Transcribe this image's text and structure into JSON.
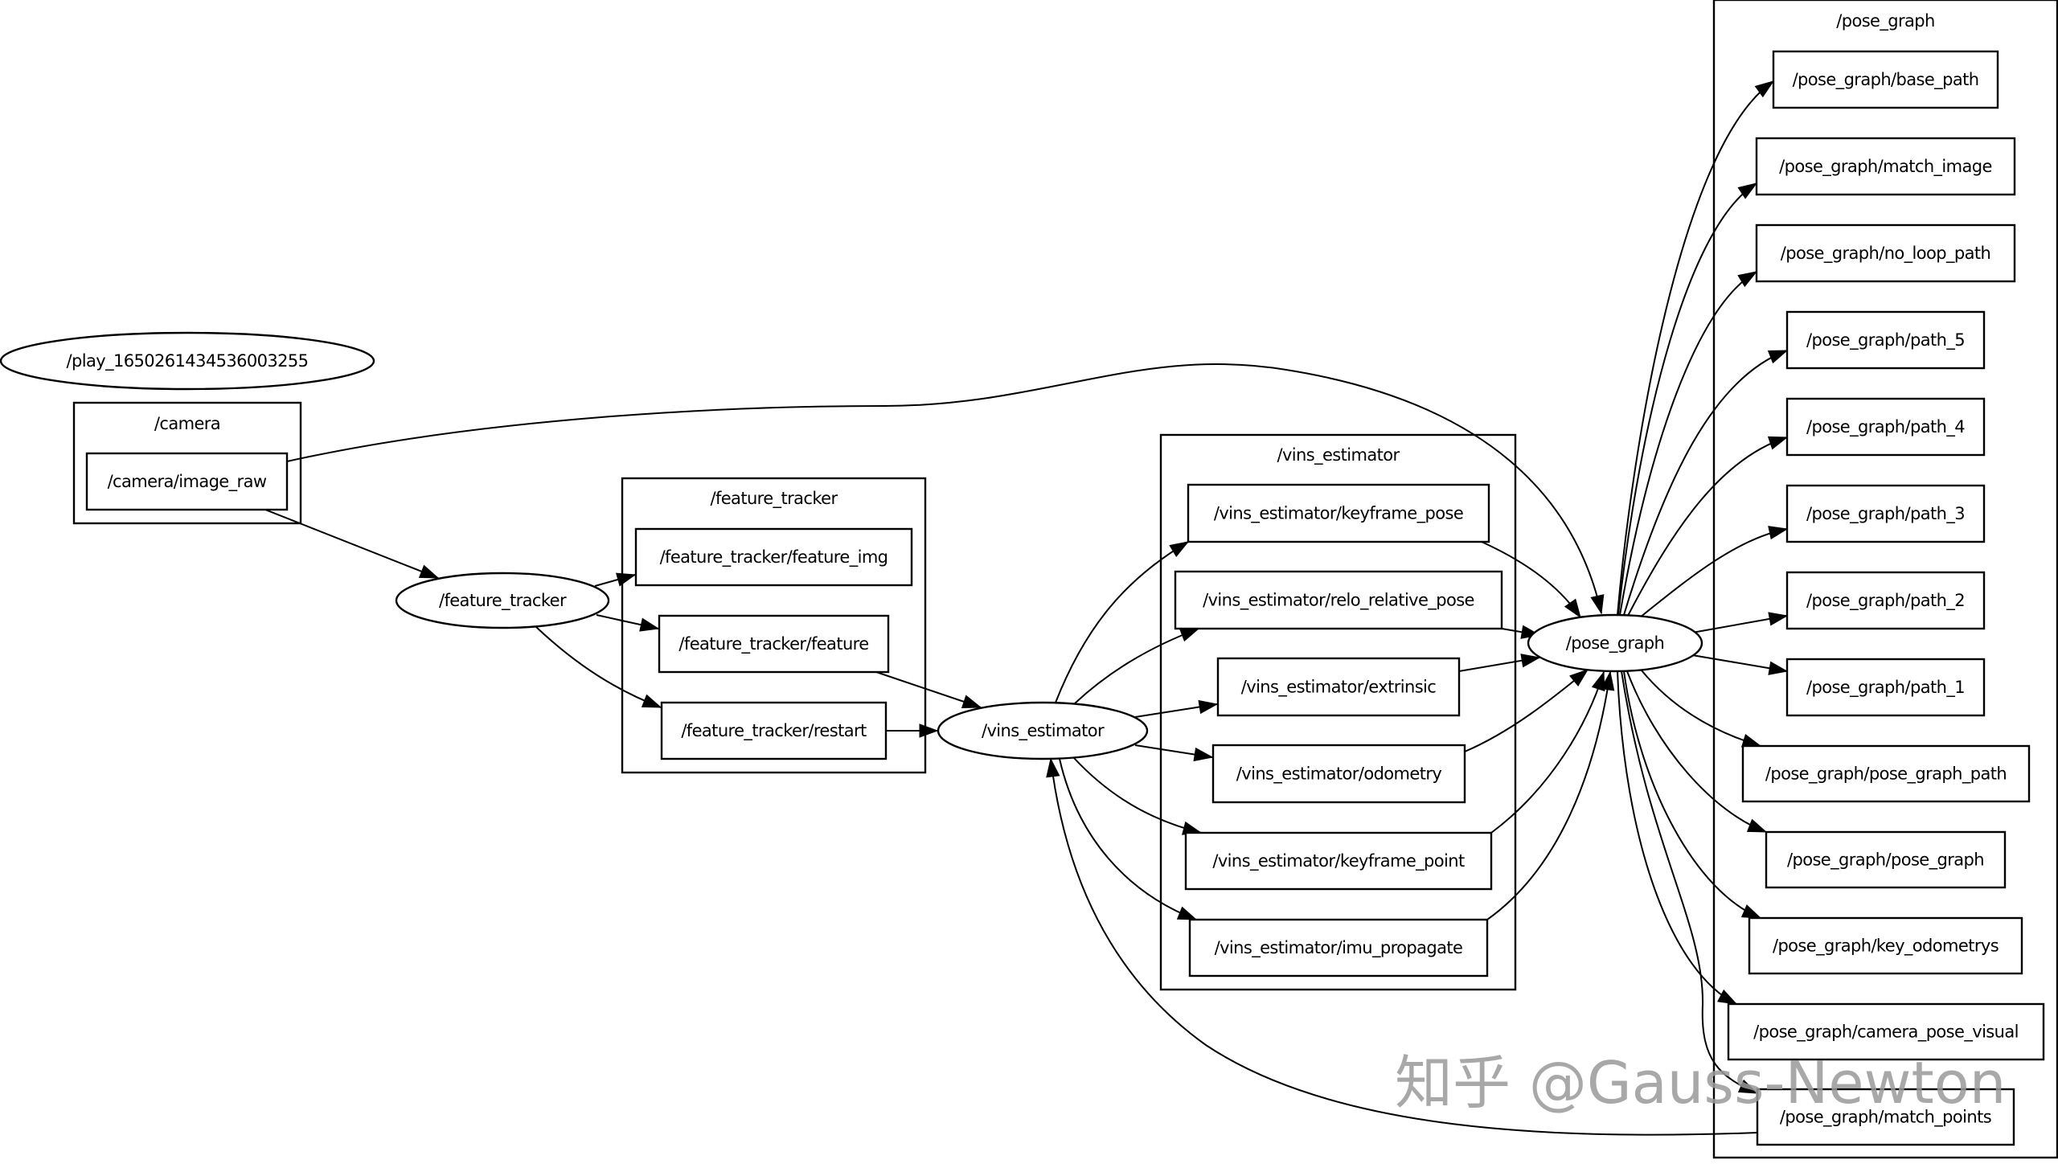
{
  "title": "ROS rqt_graph: VINS-Mono node/topic graph",
  "watermark": "知乎 @Gauss-Newton",
  "clusters": [
    {
      "id": "c_camera",
      "label": "/camera"
    },
    {
      "id": "c_feature_tracker",
      "label": "/feature_tracker"
    },
    {
      "id": "c_vins_estimator",
      "label": "/vins_estimator"
    },
    {
      "id": "c_pose_graph",
      "label": "/pose_graph"
    }
  ],
  "nodes": [
    {
      "id": "play",
      "label": "/play_1650261434536003255",
      "kind": "node"
    },
    {
      "id": "feature_tracker",
      "label": "/feature_tracker",
      "kind": "node"
    },
    {
      "id": "vins_estimator",
      "label": "/vins_estimator",
      "kind": "node"
    },
    {
      "id": "pose_graph",
      "label": "/pose_graph",
      "kind": "node"
    }
  ],
  "topics": [
    {
      "id": "image_raw",
      "label": "/camera/image_raw",
      "cluster": "c_camera"
    },
    {
      "id": "ft_feature_img",
      "label": "/feature_tracker/feature_img",
      "cluster": "c_feature_tracker"
    },
    {
      "id": "ft_feature",
      "label": "/feature_tracker/feature",
      "cluster": "c_feature_tracker"
    },
    {
      "id": "ft_restart",
      "label": "/feature_tracker/restart",
      "cluster": "c_feature_tracker"
    },
    {
      "id": "ve_keyframe_pose",
      "label": "/vins_estimator/keyframe_pose",
      "cluster": "c_vins_estimator"
    },
    {
      "id": "ve_relo_relative_pose",
      "label": "/vins_estimator/relo_relative_pose",
      "cluster": "c_vins_estimator"
    },
    {
      "id": "ve_extrinsic",
      "label": "/vins_estimator/extrinsic",
      "cluster": "c_vins_estimator"
    },
    {
      "id": "ve_odometry",
      "label": "/vins_estimator/odometry",
      "cluster": "c_vins_estimator"
    },
    {
      "id": "ve_keyframe_point",
      "label": "/vins_estimator/keyframe_point",
      "cluster": "c_vins_estimator"
    },
    {
      "id": "ve_imu_propagate",
      "label": "/vins_estimator/imu_propagate",
      "cluster": "c_vins_estimator"
    },
    {
      "id": "pg_base_path",
      "label": "/pose_graph/base_path",
      "cluster": "c_pose_graph"
    },
    {
      "id": "pg_match_image",
      "label": "/pose_graph/match_image",
      "cluster": "c_pose_graph"
    },
    {
      "id": "pg_no_loop_path",
      "label": "/pose_graph/no_loop_path",
      "cluster": "c_pose_graph"
    },
    {
      "id": "pg_path_5",
      "label": "/pose_graph/path_5",
      "cluster": "c_pose_graph"
    },
    {
      "id": "pg_path_4",
      "label": "/pose_graph/path_4",
      "cluster": "c_pose_graph"
    },
    {
      "id": "pg_path_3",
      "label": "/pose_graph/path_3",
      "cluster": "c_pose_graph"
    },
    {
      "id": "pg_path_2",
      "label": "/pose_graph/path_2",
      "cluster": "c_pose_graph"
    },
    {
      "id": "pg_path_1",
      "label": "/pose_graph/path_1",
      "cluster": "c_pose_graph"
    },
    {
      "id": "pg_pose_graph_path",
      "label": "/pose_graph/pose_graph_path",
      "cluster": "c_pose_graph"
    },
    {
      "id": "pg_pose_graph",
      "label": "/pose_graph/pose_graph",
      "cluster": "c_pose_graph"
    },
    {
      "id": "pg_key_odometrys",
      "label": "/pose_graph/key_odometrys",
      "cluster": "c_pose_graph"
    },
    {
      "id": "pg_camera_pose_visual",
      "label": "/pose_graph/camera_pose_visual",
      "cluster": "c_pose_graph"
    },
    {
      "id": "pg_match_points",
      "label": "/pose_graph/match_points",
      "cluster": "c_pose_graph"
    }
  ],
  "edges": [
    {
      "from": "image_raw",
      "to": "feature_tracker"
    },
    {
      "from": "image_raw",
      "to": "pose_graph"
    },
    {
      "from": "feature_tracker",
      "to": "ft_feature_img"
    },
    {
      "from": "feature_tracker",
      "to": "ft_feature"
    },
    {
      "from": "feature_tracker",
      "to": "ft_restart"
    },
    {
      "from": "ft_feature",
      "to": "vins_estimator"
    },
    {
      "from": "ft_restart",
      "to": "vins_estimator"
    },
    {
      "from": "vins_estimator",
      "to": "ve_keyframe_pose"
    },
    {
      "from": "vins_estimator",
      "to": "ve_relo_relative_pose"
    },
    {
      "from": "vins_estimator",
      "to": "ve_extrinsic"
    },
    {
      "from": "vins_estimator",
      "to": "ve_odometry"
    },
    {
      "from": "vins_estimator",
      "to": "ve_keyframe_point"
    },
    {
      "from": "vins_estimator",
      "to": "ve_imu_propagate"
    },
    {
      "from": "ve_keyframe_pose",
      "to": "pose_graph"
    },
    {
      "from": "ve_relo_relative_pose",
      "to": "pose_graph"
    },
    {
      "from": "ve_extrinsic",
      "to": "pose_graph"
    },
    {
      "from": "ve_odometry",
      "to": "pose_graph"
    },
    {
      "from": "ve_keyframe_point",
      "to": "pose_graph"
    },
    {
      "from": "ve_imu_propagate",
      "to": "pose_graph"
    },
    {
      "from": "pose_graph",
      "to": "pg_base_path"
    },
    {
      "from": "pose_graph",
      "to": "pg_match_image"
    },
    {
      "from": "pose_graph",
      "to": "pg_no_loop_path"
    },
    {
      "from": "pose_graph",
      "to": "pg_path_5"
    },
    {
      "from": "pose_graph",
      "to": "pg_path_4"
    },
    {
      "from": "pose_graph",
      "to": "pg_path_3"
    },
    {
      "from": "pose_graph",
      "to": "pg_path_2"
    },
    {
      "from": "pose_graph",
      "to": "pg_path_1"
    },
    {
      "from": "pose_graph",
      "to": "pg_pose_graph_path"
    },
    {
      "from": "pose_graph",
      "to": "pg_pose_graph"
    },
    {
      "from": "pose_graph",
      "to": "pg_key_odometrys"
    },
    {
      "from": "pose_graph",
      "to": "pg_camera_pose_visual"
    },
    {
      "from": "pose_graph",
      "to": "pg_match_points"
    },
    {
      "from": "pg_match_points",
      "to": "vins_estimator"
    }
  ]
}
